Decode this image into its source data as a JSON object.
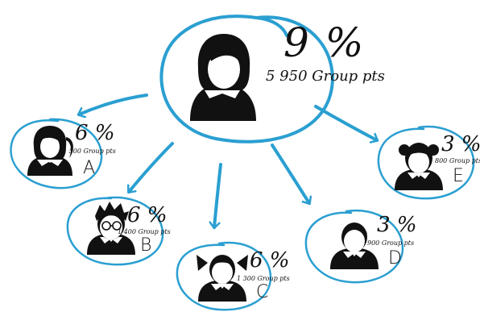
{
  "colors": {
    "ring": "#2a9fd1",
    "figure": "#111111"
  },
  "root": {
    "percent": "9 %",
    "points": "5 950 Group pts",
    "icon": "woman-long-hair-icon"
  },
  "children": [
    {
      "id": "A",
      "letter": "A",
      "percent": "6 %",
      "points": "1 500 Group pts",
      "icon": "girl-ponytail-icon"
    },
    {
      "id": "B",
      "letter": "B",
      "percent": "6 %",
      "points": "1 400 Group pts",
      "icon": "boy-glasses-icon"
    },
    {
      "id": "C",
      "letter": "C",
      "percent": "6 %",
      "points": "1 300 Group pts",
      "icon": "girl-pigtails-icon"
    },
    {
      "id": "D",
      "letter": "D",
      "percent": "3 %",
      "points": "900 Group pts",
      "icon": "boy-icon"
    },
    {
      "id": "E",
      "letter": "E",
      "percent": "3 %",
      "points": "800 Group pts",
      "icon": "girl-buns-icon"
    }
  ]
}
